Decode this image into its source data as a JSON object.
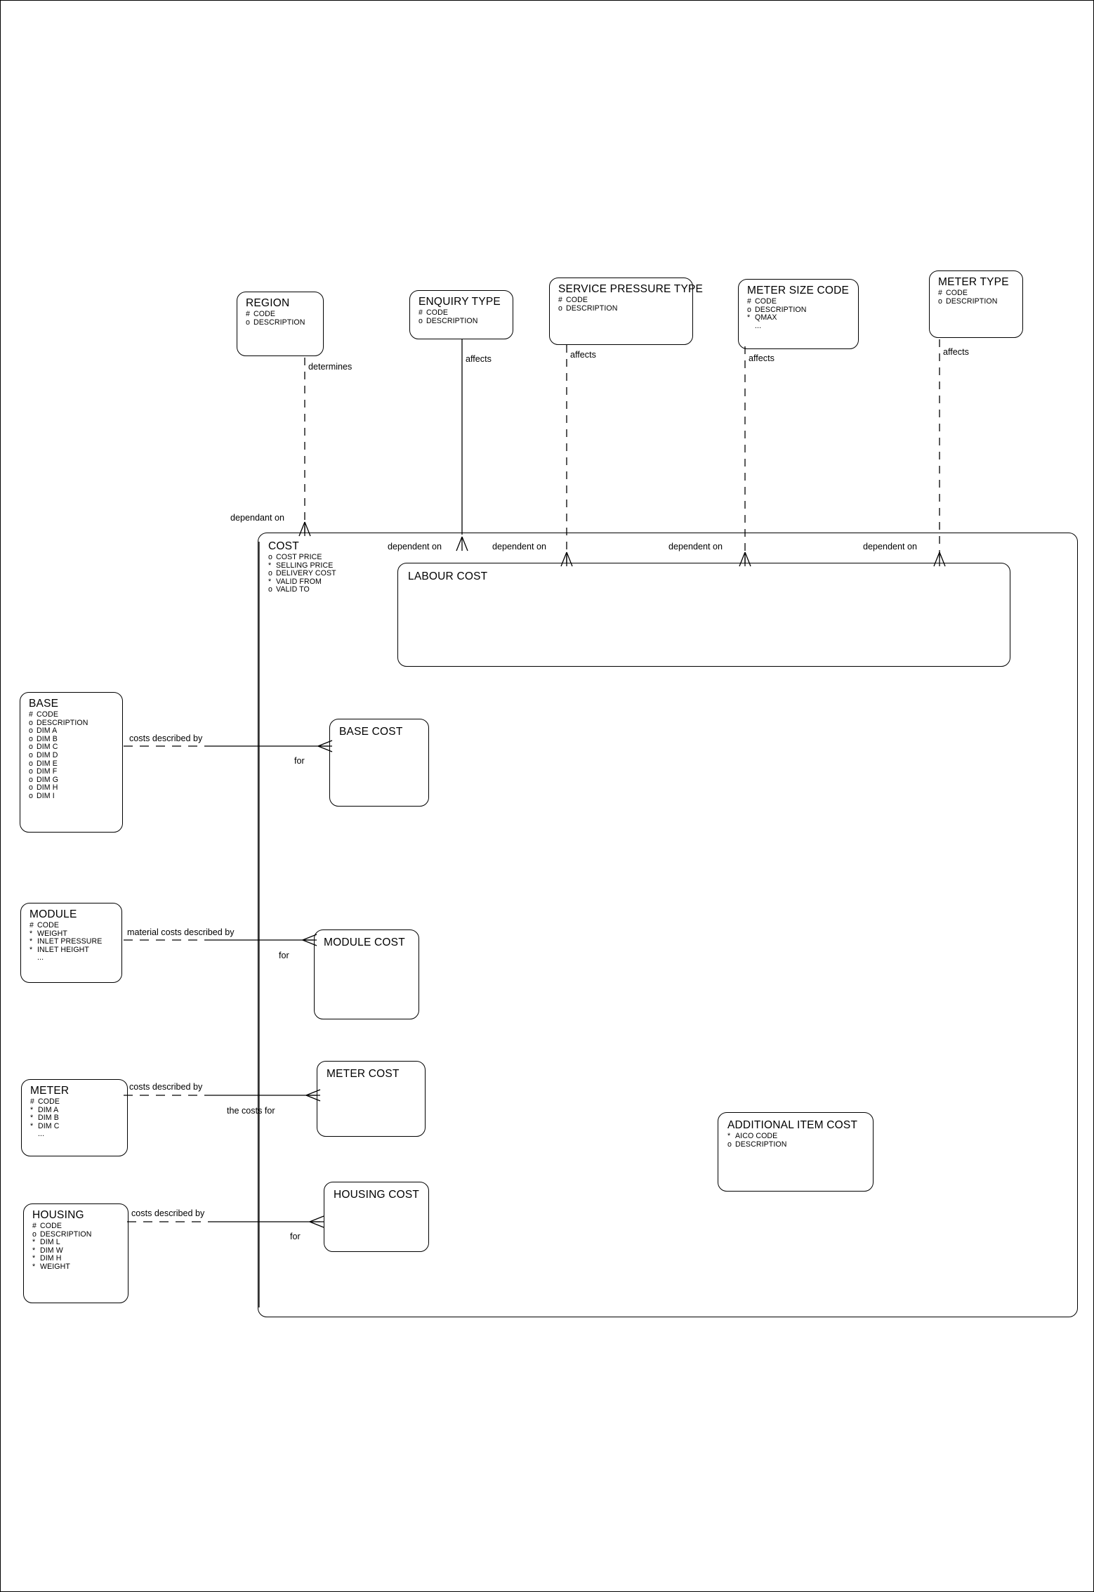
{
  "diagram": {
    "title": "Cost Entity Relationship Diagram",
    "type": "entity-relationship",
    "notation": "Barker / crow's-foot",
    "stroke_color": "#000000",
    "background_color": "#ffffff"
  },
  "entities": {
    "region": {
      "name": "REGION",
      "attributes": [
        {
          "mark": "#",
          "label": "CODE"
        },
        {
          "mark": "o",
          "label": "DESCRIPTION"
        }
      ]
    },
    "enquiry_type": {
      "name": "ENQUIRY TYPE",
      "attributes": [
        {
          "mark": "#",
          "label": "CODE"
        },
        {
          "mark": "o",
          "label": "DESCRIPTION"
        }
      ]
    },
    "service_pressure": {
      "name": "SERVICE PRESSURE TYPE",
      "attributes": [
        {
          "mark": "#",
          "label": "CODE"
        },
        {
          "mark": "o",
          "label": "DESCRIPTION"
        }
      ]
    },
    "meter_size_code": {
      "name": "METER SIZE CODE",
      "attributes": [
        {
          "mark": "#",
          "label": "CODE"
        },
        {
          "mark": "o",
          "label": "DESCRIPTION"
        },
        {
          "mark": "*",
          "label": "QMAX"
        },
        {
          "mark": "",
          "label": "..."
        }
      ]
    },
    "meter_type": {
      "name": "METER TYPE",
      "attributes": [
        {
          "mark": "#",
          "label": "CODE"
        },
        {
          "mark": "o",
          "label": "DESCRIPTION"
        }
      ]
    },
    "cost": {
      "name": "COST",
      "attributes": [
        {
          "mark": "o",
          "label": "COST PRICE"
        },
        {
          "mark": "*",
          "label": "SELLING PRICE"
        },
        {
          "mark": "o",
          "label": "DELIVERY COST"
        },
        {
          "mark": "*",
          "label": "VALID FROM"
        },
        {
          "mark": "o",
          "label": "VALID TO"
        }
      ]
    },
    "labour_cost": {
      "name": "LABOUR COST",
      "attributes": []
    },
    "base": {
      "name": "BASE",
      "attributes": [
        {
          "mark": "#",
          "label": "CODE"
        },
        {
          "mark": "o",
          "label": "DESCRIPTION"
        },
        {
          "mark": "o",
          "label": "DIM A"
        },
        {
          "mark": "o",
          "label": "DIM B"
        },
        {
          "mark": "o",
          "label": "DIM C"
        },
        {
          "mark": "o",
          "label": "DIM D"
        },
        {
          "mark": "o",
          "label": "DIM E"
        },
        {
          "mark": "o",
          "label": "DIM F"
        },
        {
          "mark": "o",
          "label": "DIM G"
        },
        {
          "mark": "o",
          "label": "DIM H"
        },
        {
          "mark": "o",
          "label": "DIM I"
        }
      ]
    },
    "base_cost": {
      "name": "BASE COST",
      "attributes": []
    },
    "module": {
      "name": "MODULE",
      "attributes": [
        {
          "mark": "#",
          "label": "CODE"
        },
        {
          "mark": "*",
          "label": "WEIGHT"
        },
        {
          "mark": "*",
          "label": "INLET PRESSURE"
        },
        {
          "mark": "*",
          "label": "INLET HEIGHT"
        },
        {
          "mark": "",
          "label": "..."
        }
      ]
    },
    "module_cost": {
      "name": "MODULE COST",
      "attributes": []
    },
    "meter": {
      "name": "METER",
      "attributes": [
        {
          "mark": "#",
          "label": "CODE"
        },
        {
          "mark": "*",
          "label": "DIM A"
        },
        {
          "mark": "*",
          "label": "DIM B"
        },
        {
          "mark": "*",
          "label": "DIM C"
        },
        {
          "mark": "",
          "label": "..."
        }
      ]
    },
    "meter_cost": {
      "name": "METER COST",
      "attributes": []
    },
    "housing": {
      "name": "HOUSING",
      "attributes": [
        {
          "mark": "#",
          "label": "CODE"
        },
        {
          "mark": "o",
          "label": "DESCRIPTION"
        },
        {
          "mark": "*",
          "label": "DIM L"
        },
        {
          "mark": "*",
          "label": "DIM W"
        },
        {
          "mark": "*",
          "label": "DIM H"
        },
        {
          "mark": "*",
          "label": "WEIGHT"
        }
      ]
    },
    "housing_cost": {
      "name": "HOUSING COST",
      "attributes": []
    },
    "additional_item_cost": {
      "name": "ADDITIONAL ITEM COST",
      "attributes": [
        {
          "mark": "*",
          "label": "AICO CODE"
        },
        {
          "mark": "o",
          "label": "DESCRIPTION"
        }
      ]
    }
  },
  "relationships": {
    "region_determines": {
      "label": "determines"
    },
    "enquiry_affects": {
      "label": "affects"
    },
    "service_pressure_affects": {
      "label": "affects"
    },
    "meter_size_affects": {
      "label": "affects"
    },
    "meter_type_affects": {
      "label": "affects"
    },
    "cost_dependant_on": {
      "label": "dependant on"
    },
    "labour_dependent_on_1": {
      "label": "dependent on"
    },
    "labour_dependent_on_2": {
      "label": "dependent on"
    },
    "labour_dependent_on_3": {
      "label": "dependent on"
    },
    "labour_dependent_on_4": {
      "label": "dependent on"
    },
    "base_costs_described_by": {
      "label": "costs described by"
    },
    "base_for": {
      "label": "for"
    },
    "module_costs_described_by": {
      "label": "material costs described by"
    },
    "module_for": {
      "label": "for"
    },
    "meter_costs_described_by": {
      "label": "costs described by"
    },
    "meter_the_costs_for": {
      "label": "the costs for"
    },
    "housing_costs_described_by": {
      "label": "costs described by"
    },
    "housing_for": {
      "label": "for"
    }
  }
}
